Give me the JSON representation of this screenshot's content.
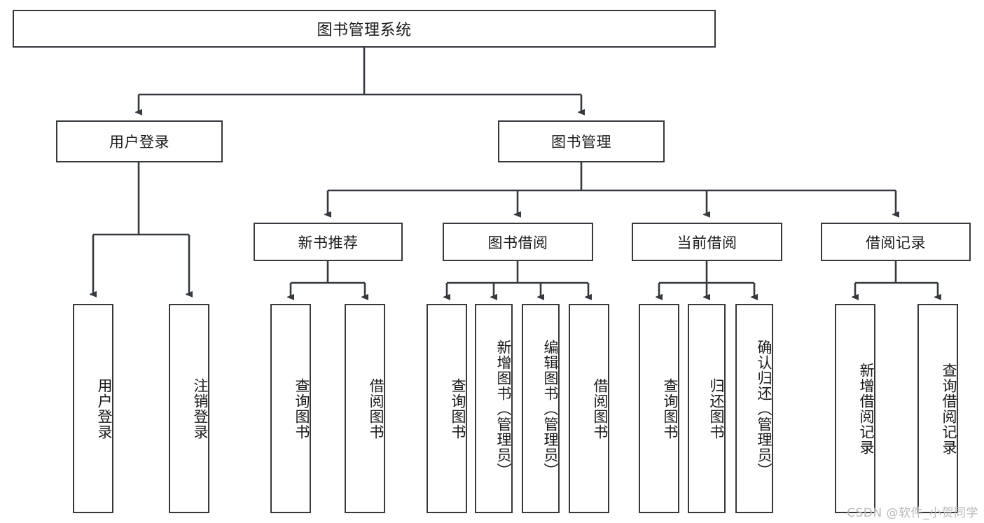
{
  "diagram": {
    "title": "图书管理系统",
    "watermark": "CSDN @软件_小贺同学",
    "stroke_color": "#36393d",
    "background_color": "#ffffff",
    "text_color": "#1a1a1a",
    "nodes": {
      "root": {
        "label": "图书管理系统"
      },
      "level1": [
        {
          "label": "用户登录"
        },
        {
          "label": "图书管理"
        }
      ],
      "level2": [
        {
          "label": "新书推荐"
        },
        {
          "label": "图书借阅"
        },
        {
          "label": "当前借阅"
        },
        {
          "label": "借阅记录"
        }
      ],
      "leaves_user_login": [
        {
          "label": "用户登录"
        },
        {
          "label": "注销登录"
        }
      ],
      "leaves_new_book": [
        {
          "label": "查询图书"
        },
        {
          "label": "借阅图书"
        }
      ],
      "leaves_borrow": [
        {
          "label": "查询图书"
        },
        {
          "label": "新增图书（管理员）"
        },
        {
          "label": "编辑图书（管理员）"
        },
        {
          "label": "借阅图书"
        }
      ],
      "leaves_current": [
        {
          "label": "查询图书"
        },
        {
          "label": "归还图书"
        },
        {
          "label": "确认归还（管理员）"
        }
      ],
      "leaves_record": [
        {
          "label": "新增借阅记录"
        },
        {
          "label": "查询借阅记录"
        }
      ]
    }
  }
}
